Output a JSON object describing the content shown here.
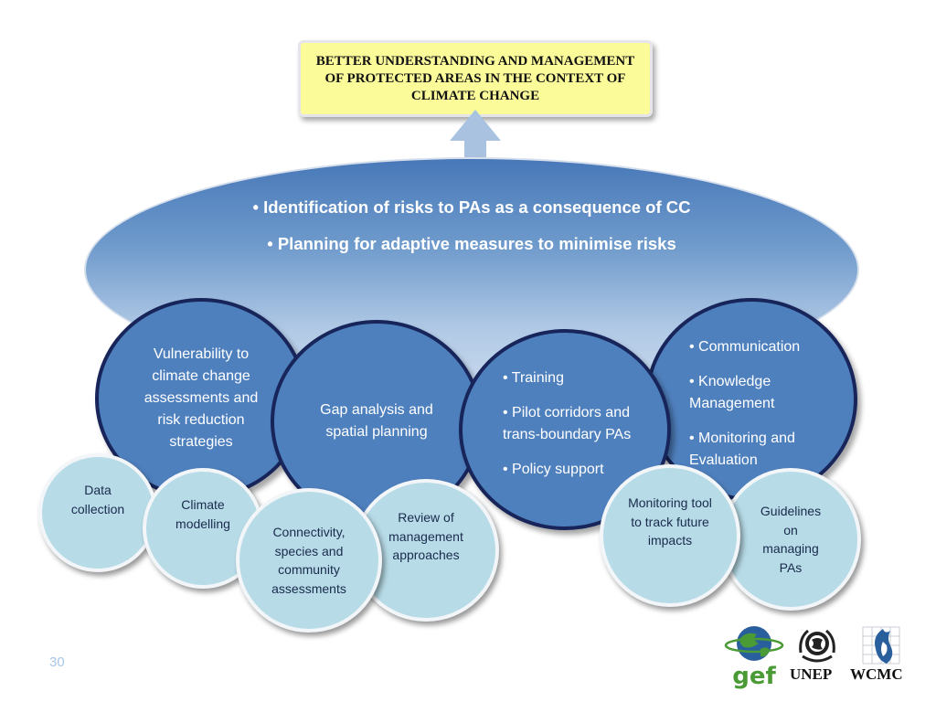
{
  "goal_box": {
    "title": "BETTER UNDERSTANDING AND MANAGEMENT OF PROTECTED AREAS IN THE CONTEXT OF CLIMATE CHANGE"
  },
  "ellipse": {
    "bullets": [
      "• Identification of risks to PAs as a consequence of CC",
      "• Planning for adaptive measures to minimise risks"
    ]
  },
  "main_circles": {
    "vulnerability": "Vulnerability to climate change assessments and risk reduction strategies",
    "gap_analysis": "Gap analysis and spatial planning",
    "capacity_items": [
      "• Training",
      "• Pilot corridors and trans-boundary PAs",
      "• Policy support"
    ],
    "communication_items": [
      "• Communication",
      "• Knowledge Management",
      "• Monitoring and Evaluation"
    ]
  },
  "sub_circles": {
    "data_collection": "Data collection",
    "climate_modelling": "Climate modelling",
    "connectivity": "Connectivity, species and community assessments",
    "review": "Review of management approaches",
    "monitoring_tool": "Monitoring tool to track future impacts",
    "guidelines": "Guidelines on managing PAs"
  },
  "slide_number": "30",
  "logos": {
    "gef": "gef",
    "unep": "UNEP",
    "wcmc": "WCMC"
  },
  "colors": {
    "goal_fill": "#fbfb9a",
    "dark_circle": "#4f80be",
    "dark_border": "#17255a",
    "light_circle": "#b7dbe7",
    "gef_green": "#4a9a35",
    "gef_blue": "#2a5f9e"
  }
}
